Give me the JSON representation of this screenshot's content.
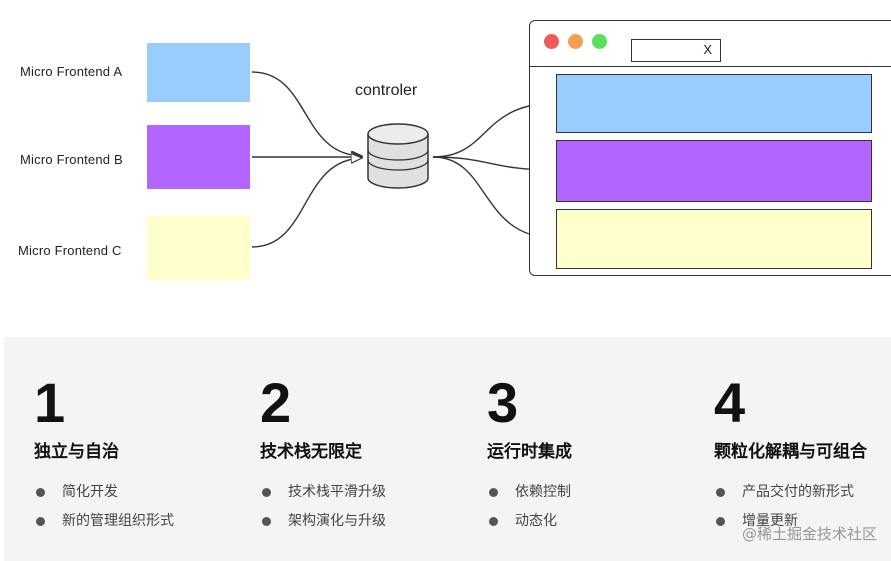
{
  "diagram": {
    "frontends": [
      {
        "label": "Micro Frontend A",
        "color": "#99ccff"
      },
      {
        "label": "Micro Frontend B",
        "color": "#b366ff"
      },
      {
        "label": "Micro Frontend C",
        "color": "#ffffcc"
      }
    ],
    "controller_label": "controler",
    "browser": {
      "close_glyph": "X",
      "window_buttons": [
        "#f05555",
        "#f0a050",
        "#55dd55"
      ],
      "slot_colors": [
        "#99ccff",
        "#b366ff",
        "#ffffcc"
      ]
    }
  },
  "features": [
    {
      "number": "1",
      "title": "独立与自治",
      "points": [
        "简化开发",
        "新的管理组织形式"
      ]
    },
    {
      "number": "2",
      "title": "技术栈无限定",
      "points": [
        "技术栈平滑升级",
        "架构演化与升级"
      ]
    },
    {
      "number": "3",
      "title": "运行时集成",
      "points": [
        "依赖控制",
        "动态化"
      ]
    },
    {
      "number": "4",
      "title": "颗粒化解耦与可组合",
      "points": [
        "产品交付的新形式",
        "增量更新"
      ]
    }
  ],
  "watermark": "@稀土掘金技术社区"
}
